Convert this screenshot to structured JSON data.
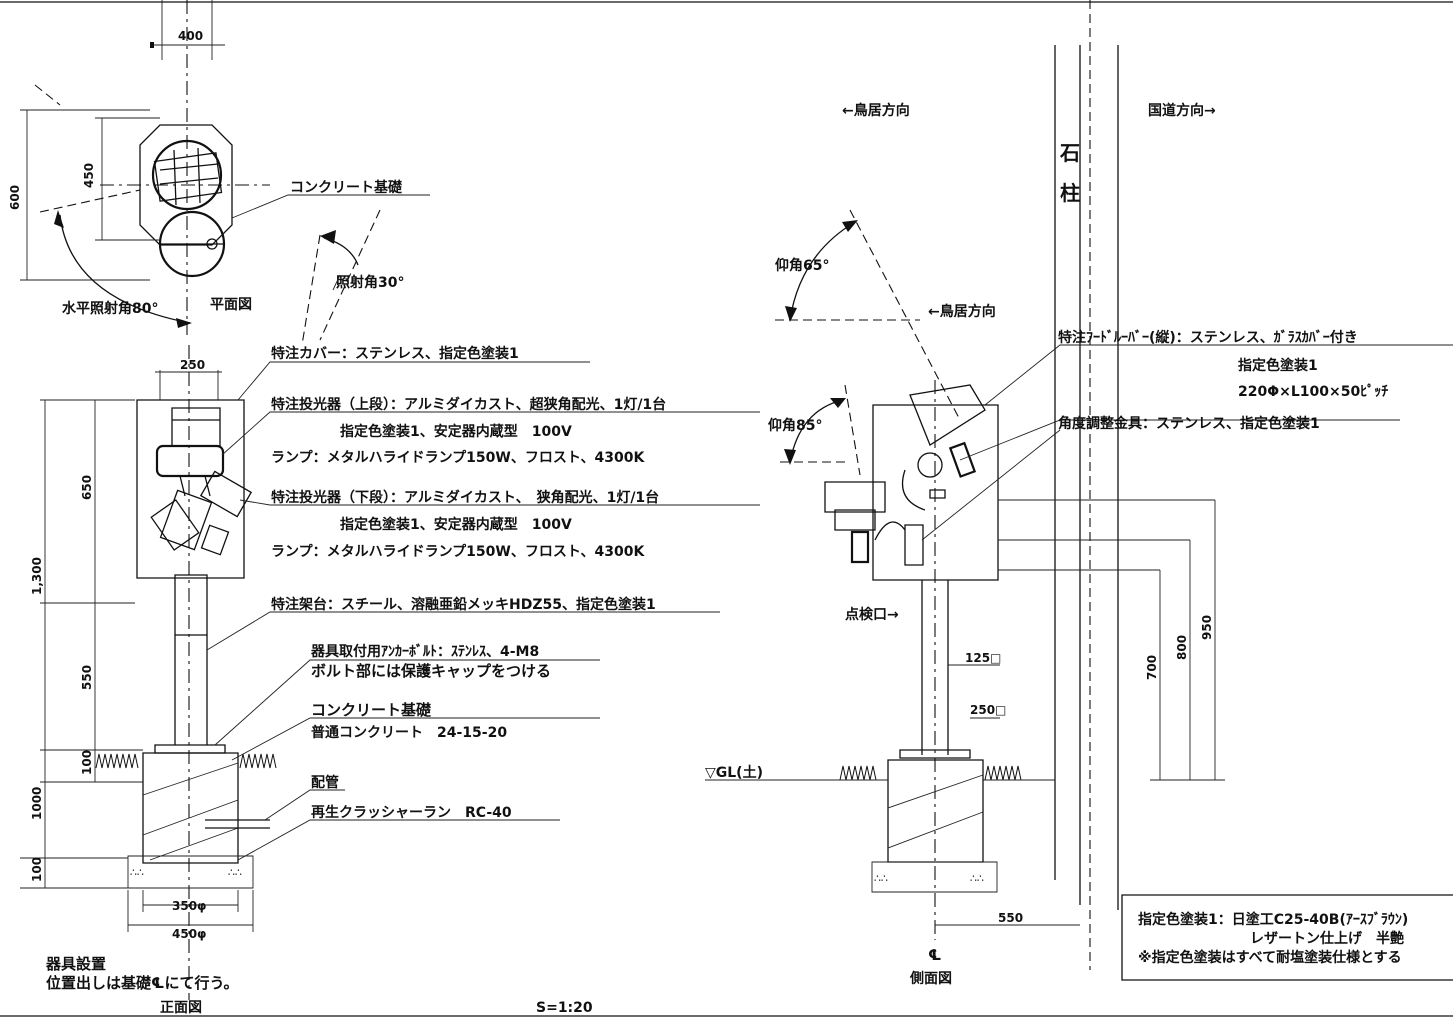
{
  "plan_view": {
    "title": "平面図",
    "dim_width": "400",
    "dim_450": "450",
    "dim_600": "600",
    "label_concrete_foundation": "コンクリート基礎",
    "label_horizontal_angle": "水平照射角80°",
    "label_irradiation_angle": "照射角30°"
  },
  "front_view": {
    "title": "正面図",
    "dim_250": "250",
    "dim_650": "650",
    "dim_1300": "1,300",
    "dim_550": "550",
    "dim_100_top": "100",
    "dim_1000": "1000",
    "dim_100_bottom": "100",
    "dim_350": "350φ",
    "dim_450": "450φ",
    "note_installation_line1": "器具設置",
    "note_installation_line2": "位置出しは基礎℄にて行う。"
  },
  "specs": {
    "cover": "特注カバー：ステンレス、指定色塗装1",
    "projector_upper_line1": "特注投光器（上段）：アルミダイカスト、超狭角配光、1灯/1台",
    "projector_upper_line2": "指定色塗装1、安定器内蔵型　100V",
    "projector_upper_line3": "ランプ：メタルハライドランプ150W、フロスト、4300K",
    "projector_lower_line1": "特注投光器（下段）：アルミダイカスト、　狭角配光、1灯/1台",
    "projector_lower_line2": "指定色塗装1、安定器内蔵型　100V",
    "projector_lower_line3": "ランプ：メタルハライドランプ150W、フロスト、4300K",
    "stand": "特注架台：スチール、溶融亜鉛メッキHDZ55、指定色塗装1",
    "anchor_line1": "器具取付用ｱﾝｶｰﾎﾞﾙﾄ：ｽﾃﾝﾚｽ、4-M8",
    "anchor_line2": "ボルト部には保護キャップをつける",
    "foundation_line1": "コンクリート基礎",
    "foundation_line2": "普通コンクリート　24-15-20",
    "piping": "配管",
    "crusher_run": "再生クラッシャーラン　RC-40"
  },
  "side_view": {
    "title": "側面図",
    "dir_torii_top": "←鳥居方向",
    "dir_national_road": "国道方向→",
    "stone_pillar_1": "石",
    "stone_pillar_2": "柱",
    "elev_angle_65": "仰角65°",
    "dir_torii_mid": "←鳥居方向",
    "elev_angle_85": "仰角85°",
    "hood_louver_line1": "特注ﾌｰﾄﾞﾙｰﾊﾞｰ(縦)：ステンレス、ｶﾞﾗｽｶﾊﾞｰ付き",
    "hood_louver_line2": "指定色塗装1",
    "hood_louver_line3": "220Φ×L100×50ﾋﾟｯﾁ",
    "angle_bracket": "角度調整金具：ステンレス、指定色塗装1",
    "inspection_port": "点検口→",
    "dim_125": "125□",
    "dim_250": "250□",
    "dim_700": "700",
    "dim_800": "800",
    "dim_950": "950",
    "dim_550": "550",
    "gl": "▽GL(土)",
    "centerline": "℄"
  },
  "paint_note": {
    "line1": "指定色塗装1：日塗工C25-40B(ｱｰｽﾌﾞﾗｳﾝ)",
    "line2": "レザートン仕上げ　半艶",
    "line3": "※指定色塗装はすべて耐塩塗装仕様とする"
  },
  "scale": "S=1:20"
}
